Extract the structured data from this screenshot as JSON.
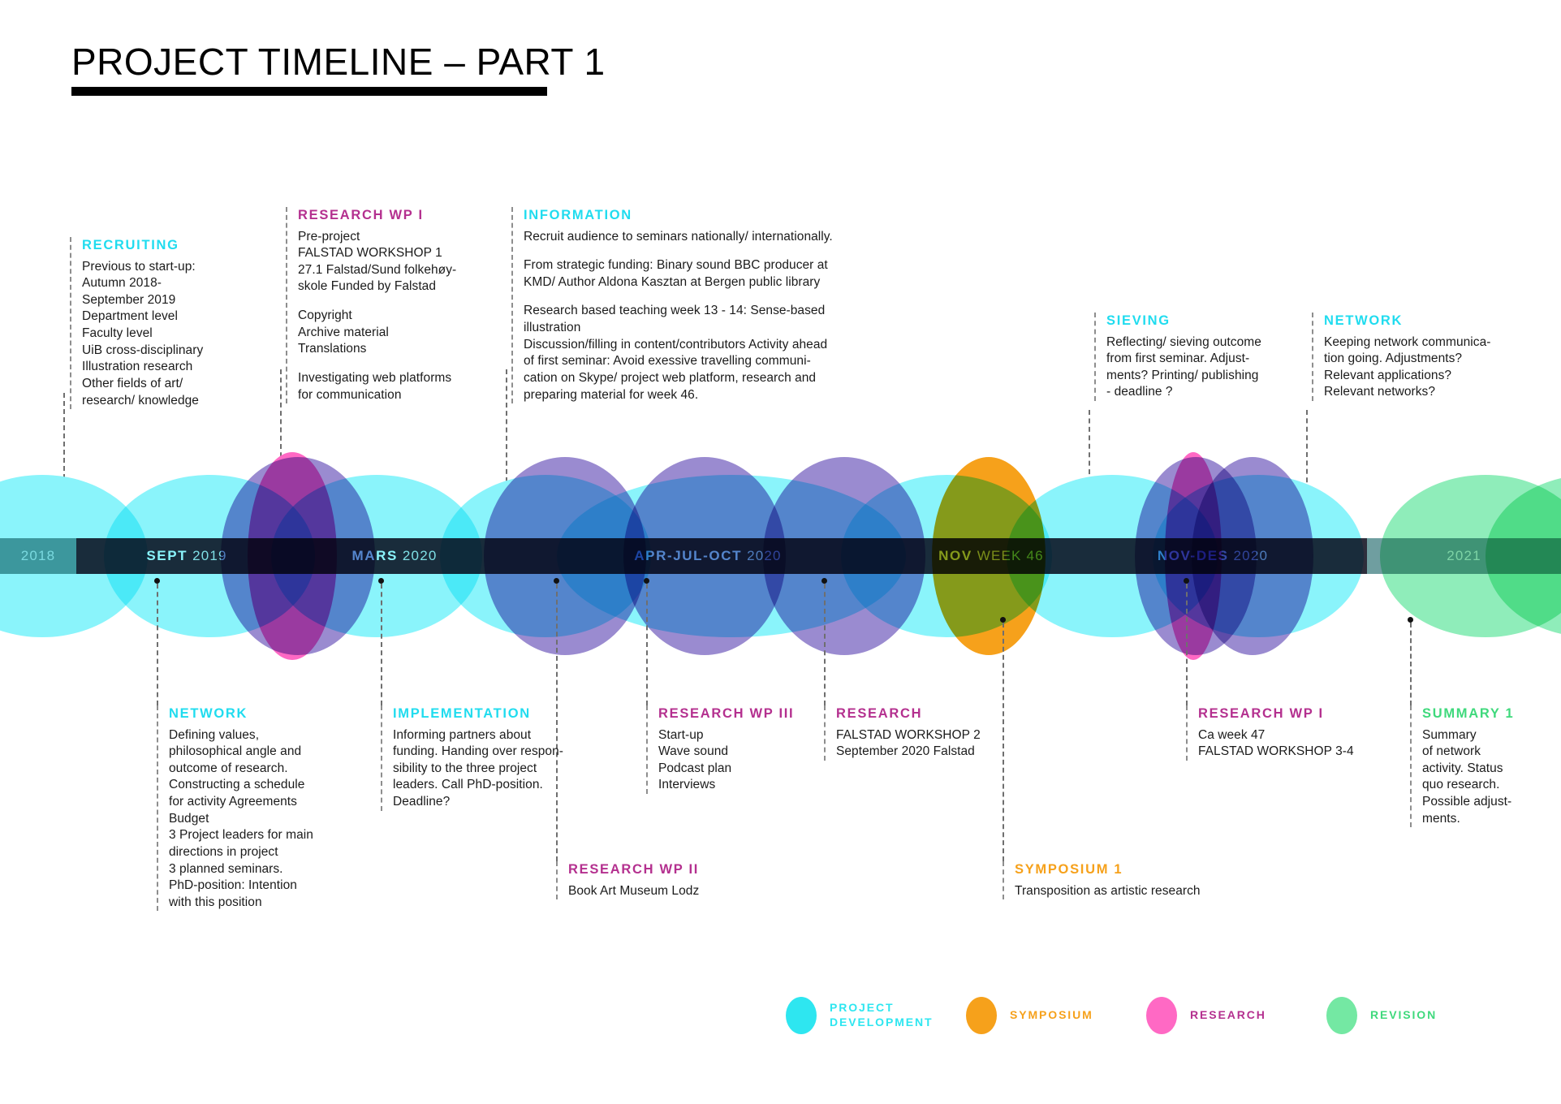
{
  "page": {
    "title": "PROJECT TIMELINE – PART 1",
    "background": "#ffffff"
  },
  "colors": {
    "project_development": "#2ee6f0",
    "symposium": "#F6A11B",
    "research": "#FF69C4",
    "research_text": "#B4308F",
    "revision": "#74E8A3",
    "revision_text": "#3FD97C",
    "cyan_text": "#20DCEF",
    "purple_circle": "#9A8BD0",
    "bar_dark": "#2E2E3C",
    "bar_edge": "#4C6A6C",
    "dash": "#8e8e8e"
  },
  "timeline": {
    "segments": [
      {
        "bold": "",
        "light": "2018",
        "edge": true
      },
      {
        "bold": "SEPT",
        "light": "2019",
        "edge": false
      },
      {
        "bold": "MARS",
        "light": "2020",
        "edge": false
      },
      {
        "bold": "APR-JUL-OCT",
        "light": "2020",
        "edge": false
      },
      {
        "bold": "NOV",
        "light": "WEEK 46",
        "edge": false
      },
      {
        "bold": "NOV-DES",
        "light": "2020",
        "edge": false
      },
      {
        "bold": "",
        "light": "2021",
        "edge": true
      }
    ]
  },
  "annotations_top": [
    {
      "id": "recruiting",
      "heading": "RECRUITING",
      "color": "#20DCEF",
      "body": "Previous to start-up:\nAutumn 2018-\nSeptember 2019\nDepartment level\nFaculty level\nUiB cross-disciplinary\nIllustration research\nOther fields of art/\nresearch/ knowledge"
    },
    {
      "id": "research-wp-1-top",
      "heading": "RESEARCH WP I",
      "color": "#B4308F",
      "body": "Pre-project\nFALSTAD WORKSHOP 1\n27.1 Falstad/Sund folkehøy-\nskole Funded by Falstad",
      "body2": "Copyright\nArchive material\nTranslations",
      "body3": "Investigating web platforms\nfor communication"
    },
    {
      "id": "information",
      "heading": "INFORMATION",
      "color": "#20DCEF",
      "body": "Recruit audience to seminars nationally/ internationally.",
      "body2": "From strategic funding: Binary sound BBC producer at\nKMD/ Author Aldona Kasztan at Bergen public library",
      "body3": "Research based teaching week 13 - 14: Sense-based\nillustration\nDiscussion/filling in content/contributors Activity ahead\nof first seminar: Avoid exessive travelling communi-\ncation on Skype/ project web platform, research and\npreparing material for week 46."
    },
    {
      "id": "sieving",
      "heading": "SIEVING",
      "color": "#20DCEF",
      "body": "Reflecting/ sieving outcome\nfrom first seminar. Adjust-\nments? Printing/ publishing\n- deadline ?"
    },
    {
      "id": "network-top",
      "heading": "NETWORK",
      "color": "#20DCEF",
      "body": "Keeping network communica-\ntion going. Adjustments?\nRelevant applications?\nRelevant networks?"
    }
  ],
  "annotations_bottom": [
    {
      "id": "network-bottom",
      "heading": "NETWORK",
      "color": "#20DCEF",
      "body": "Defining values,\nphilosophical angle and\noutcome of research.\nConstructing a schedule\nfor activity Agreements\nBudget\n3 Project leaders for main\ndirections in project\n3 planned seminars.\nPhD-position: Intention\nwith this position"
    },
    {
      "id": "implementation",
      "heading": "IMPLEMENTATION",
      "color": "#20DCEF",
      "body": "Informing partners about\nfunding. Handing over respon-\nsibility to the three project\nleaders. Call PhD-position.\nDeadline?"
    },
    {
      "id": "research-wp-3",
      "heading": "RESEARCH WP III",
      "color": "#B4308F",
      "body": "Start-up\nWave sound\nPodcast plan\nInterviews"
    },
    {
      "id": "research",
      "heading": "RESEARCH",
      "color": "#B4308F",
      "body": "FALSTAD WORKSHOP 2\nSeptember 2020 Falstad"
    },
    {
      "id": "research-wp-1-bottom",
      "heading": "RESEARCH WP I",
      "color": "#B4308F",
      "body": "Ca week 47\nFALSTAD WORKSHOP 3-4"
    },
    {
      "id": "summary-1",
      "heading": "SUMMARY 1",
      "color": "#3FD97C",
      "body": "Summary\nof network\nactivity. Status\nquo research.\nPossible adjust-\nments."
    },
    {
      "id": "research-wp-2",
      "heading": "RESEARCH WP II",
      "color": "#B4308F",
      "body": "Book Art Museum Lodz"
    },
    {
      "id": "symposium-1",
      "heading": "SYMPOSIUM 1",
      "color": "#F6A11B",
      "body": "Transposition as artistic research"
    }
  ],
  "legend": [
    {
      "label": "PROJECT\nDEVELOPMENT",
      "color": "#2ee6f0",
      "text_color": "#2ee6f0"
    },
    {
      "label": "SYMPOSIUM",
      "color": "#F6A11B",
      "text_color": "#F6A11B"
    },
    {
      "label": "RESEARCH",
      "color": "#FF69C4",
      "text_color": "#B4308F"
    },
    {
      "label": "REVISION",
      "color": "#74E8A3",
      "text_color": "#3FD97C"
    }
  ]
}
